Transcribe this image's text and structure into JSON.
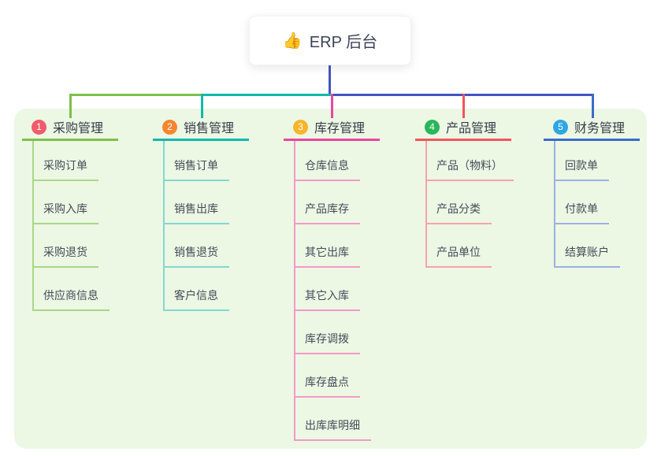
{
  "root": {
    "emoji": "👍",
    "label": "ERP 后台"
  },
  "connectors": {
    "trunk_color": "#4353c2"
  },
  "panel_color": "#ecf7e4",
  "branches": [
    {
      "number": "1",
      "label": "采购管理",
      "badge_color": "#f15b6c",
      "line_color": "#7dbf4c",
      "subline_color": "#a9d787",
      "children": [
        "采购订单",
        "采购入库",
        "采购退货",
        "供应商信息"
      ]
    },
    {
      "number": "2",
      "label": "销售管理",
      "badge_color": "#f7862f",
      "line_color": "#13b8ab",
      "subline_color": "#82d8cf",
      "children": [
        "销售订单",
        "销售出库",
        "销售退货",
        "客户信息"
      ]
    },
    {
      "number": "3",
      "label": "库存管理",
      "badge_color": "#f8b42b",
      "line_color": "#e8489c",
      "subline_color": "#f29ac7",
      "children": [
        "仓库信息",
        "产品库存",
        "其它出库",
        "其它入库",
        "库存调拨",
        "库存盘点",
        "出库库明细"
      ]
    },
    {
      "number": "4",
      "label": "产品管理",
      "badge_color": "#2ab65a",
      "line_color": "#f2555d",
      "subline_color": "#f7a3a7",
      "children": [
        "产品（物料）",
        "产品分类",
        "产品单位"
      ]
    },
    {
      "number": "5",
      "label": "财务管理",
      "badge_color": "#2da7e2",
      "line_color": "#3a6cc8",
      "subline_color": "#9db1e2",
      "children": [
        "回款单",
        "付款单",
        "结算账户"
      ]
    }
  ]
}
